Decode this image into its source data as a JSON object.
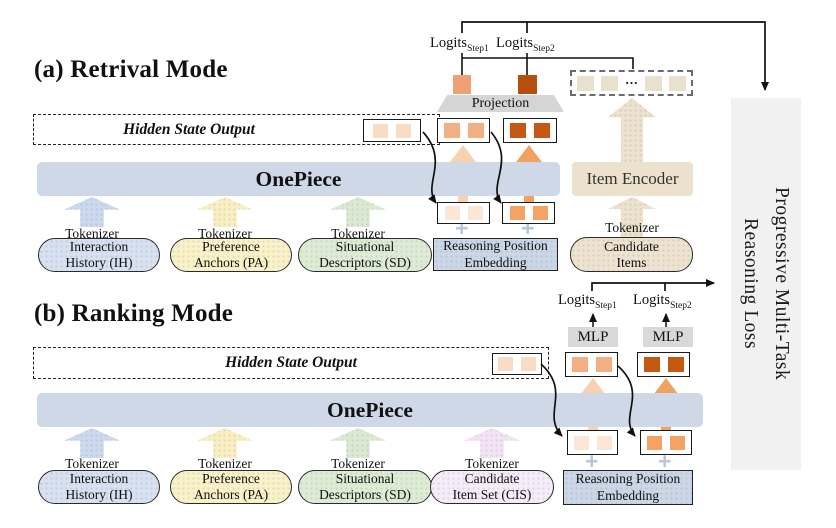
{
  "loss_panel": {
    "label": "Progressive Multi-Task\nReasoning Loss"
  },
  "shared": {
    "tokenizer_label": "Tokenizer",
    "hidden_state_label": "Hidden State Output",
    "model_label": "OnePiece",
    "plus": "+",
    "ellipsis": "···"
  },
  "retrieval": {
    "title": "(a) Retrival Mode",
    "projection_label": "Projection",
    "item_encoder_label": "Item Encoder",
    "logits": [
      {
        "base": "Logits",
        "sub": "Step1"
      },
      {
        "base": "Logits",
        "sub": "Step2"
      }
    ],
    "inputs": [
      {
        "label": "Interaction\nHistory (IH)"
      },
      {
        "label": "Preference\nAnchors (PA)"
      },
      {
        "label": "Situational\nDescriptors (SD)"
      }
    ],
    "candidate_label": "Candidate\nItems",
    "rpe_label": "Reasoning Position\nEmbedding"
  },
  "ranking": {
    "title": "(b) Ranking Mode",
    "mlp_label": "MLP",
    "logits": [
      {
        "base": "Logits",
        "sub": "Step1"
      },
      {
        "base": "Logits",
        "sub": "Step2"
      }
    ],
    "inputs": [
      {
        "label": "Interaction\nHistory (IH)"
      },
      {
        "label": "Preference\nAnchors (PA)"
      },
      {
        "label": "Situational\nDescriptors (SD)"
      },
      {
        "label": "Candidate\nItem Set (CIS)"
      }
    ],
    "rpe_label": "Reasoning Position\nEmbedding"
  },
  "colors": {
    "model_bar": "#cfd8e7",
    "ih_fill": "#d8e1f2",
    "pa_fill": "#f9f2c8",
    "sd_fill": "#deecd5",
    "cis_fill": "#f7ecf9",
    "candidate_fill": "#eee3d0",
    "item_encoder_fill": "#ece1cc",
    "rpe_fill": "#cbd7e6",
    "cell_step_light": "#fce6d8",
    "cell_step_mid": "#f5a364",
    "cell_out1": "#f3b183",
    "cell_out2": "#c45a11",
    "logit_step1": "#efa173",
    "logit_step2": "#b5500f",
    "hidden_cell": "#f9dcc4",
    "item_cell": "#e9e1cd",
    "gray_block": "#d6d6d6",
    "loss_bg": "#f1f1f1"
  }
}
